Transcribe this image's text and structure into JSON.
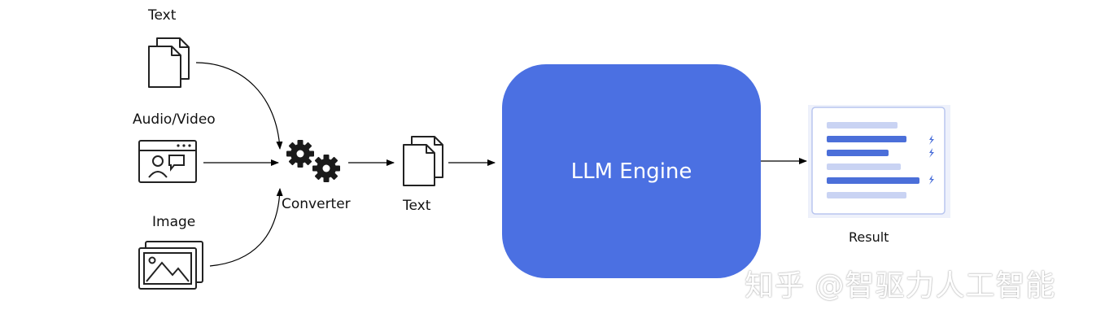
{
  "inputs": {
    "text_label": "Text",
    "audio_video_label": "Audio/Video",
    "image_label": "Image"
  },
  "converter": {
    "label": "Converter"
  },
  "intermediate": {
    "label": "Text"
  },
  "engine": {
    "label": "LLM Engine",
    "color": "#4b70e2"
  },
  "result": {
    "label": "Result"
  },
  "watermark": {
    "text": "知乎 @智驱力人工智能"
  },
  "colors": {
    "line": "#000000",
    "result_bar_dark": "#4b6fd9",
    "result_bar_light": "#c9d3f3",
    "result_border": "#b9c6ef"
  },
  "icons": {
    "text_doc": "documents-icon",
    "audio_video": "video-call-icon",
    "image": "image-gallery-icon",
    "converter": "gears-icon",
    "result_spark": "lightning-icon"
  }
}
